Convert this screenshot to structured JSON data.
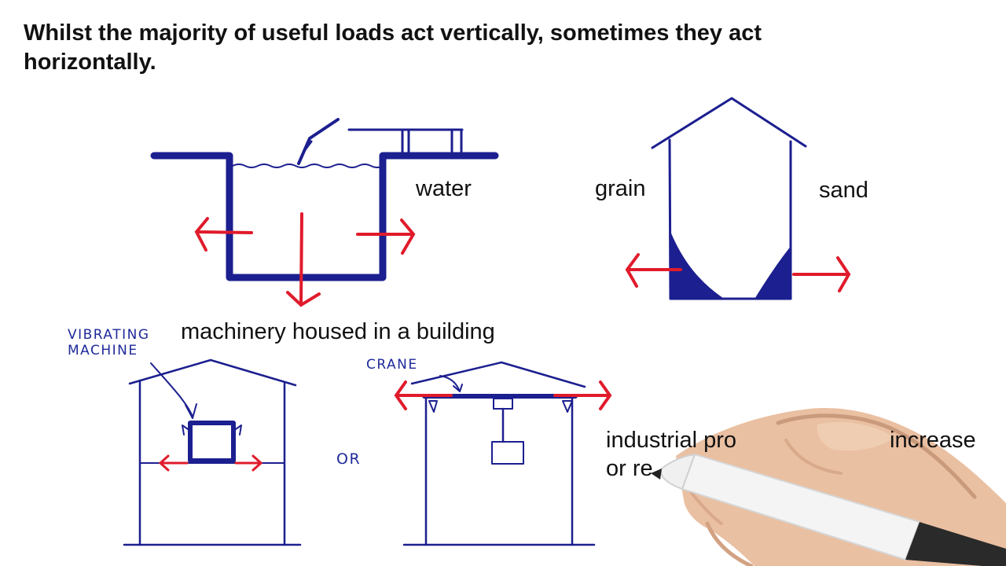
{
  "heading": "Whilst the majority of useful loads act vertically, sometimes they act horizontally.",
  "labels": {
    "water": "water",
    "grain": "grain",
    "sand": "sand",
    "machinery": "machinery housed in a building",
    "vibrating_machine_line1": "VIBRATING",
    "vibrating_machine_line2": "MACHINE",
    "or": "OR",
    "crane": "CRANE",
    "industrial_line1_a": "industrial pro",
    "industrial_line1_b": "increase",
    "industrial_line2": "or re"
  },
  "colors": {
    "ink": "#1c1f8f",
    "arrow": "#e01b2b",
    "text": "#111111"
  }
}
